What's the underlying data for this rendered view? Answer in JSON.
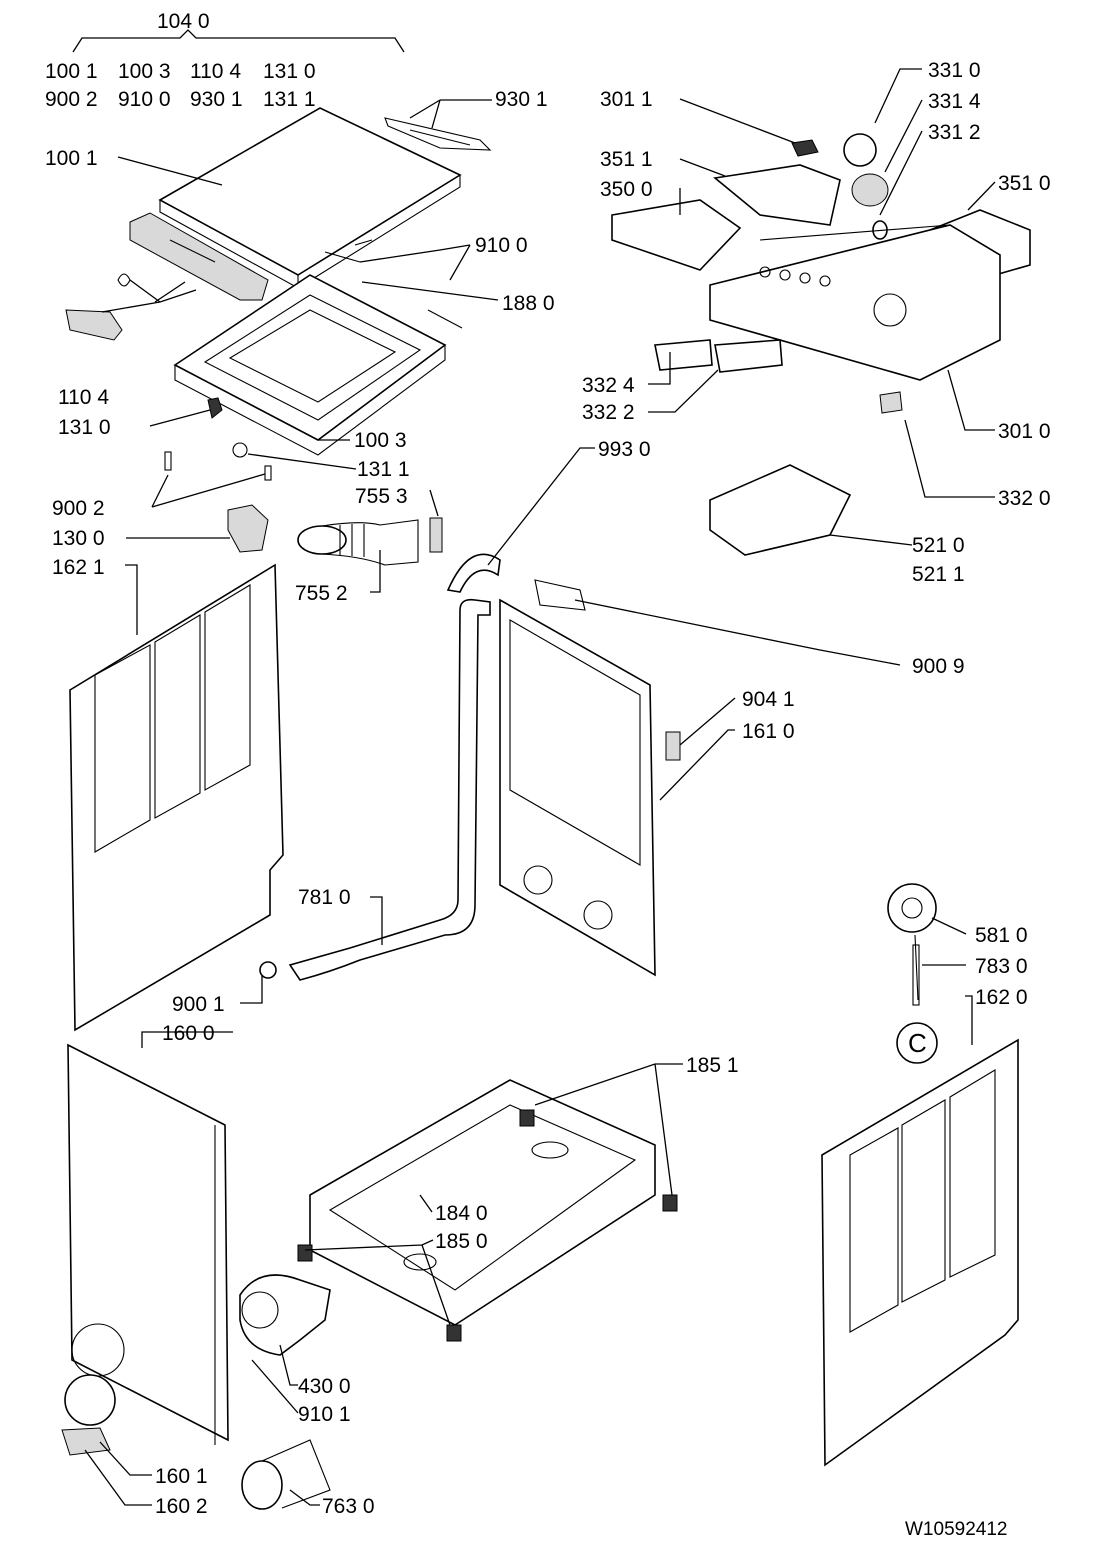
{
  "drawing_id": "W10592412",
  "kit_group": {
    "number": "104 0",
    "rows": [
      [
        "100 1",
        "100 3",
        "110 4",
        "131 0"
      ],
      [
        "900 2",
        "910 0",
        "930 1",
        "131 1"
      ]
    ]
  },
  "labels": {
    "l9301": "930 1",
    "l1001": "100 1",
    "l9100": "910 0",
    "l1880": "188 0",
    "l1104": "110 4",
    "l1310": "131 0",
    "l1003": "100 3",
    "l1311": "131 1",
    "l7553": "755 3",
    "l9002": "900 2",
    "l1300": "130 0",
    "l1621": "162 1",
    "l7552": "755 2",
    "l3011": "301 1",
    "l3511": "351 1",
    "l3500": "350 0",
    "l3310": "331 0",
    "l3314": "331 4",
    "l3312": "331 2",
    "l3510": "351 0",
    "l3324": "332 4",
    "l3322": "332 2",
    "l3010": "301 0",
    "l9930": "993 0",
    "l3320": "332 0",
    "l5210": "521 0",
    "l5211": "521 1",
    "l9009": "900 9",
    "l9041": "904 1",
    "l1610": "161 0",
    "l7810": "781 0",
    "l9001": "900 1",
    "l1600": "160 0",
    "l5810": "581 0",
    "l7830": "783 0",
    "l1620": "162 0",
    "l1851": "185 1",
    "l1840": "184 0",
    "l1850": "185 0",
    "l4300": "430 0",
    "l9101": "910 1",
    "l1601": "160 1",
    "l1602": "160 2",
    "l7630": "763 0",
    "circle_c": "C"
  }
}
